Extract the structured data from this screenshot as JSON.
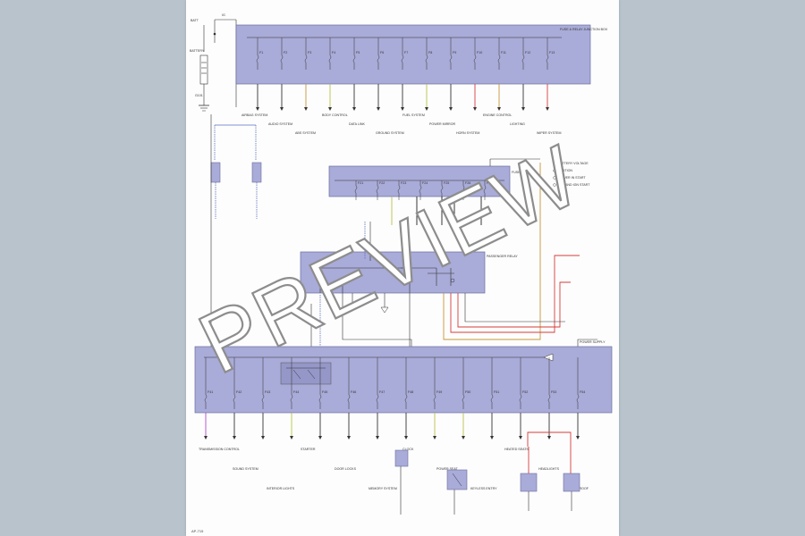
{
  "watermark": {
    "text": "PREVIEW"
  },
  "diagram": {
    "page_number": "AP-715",
    "power_source": {
      "batt_label": "BATT",
      "ig_label": "IG",
      "battery_label": "BATTERY",
      "ground_label": "G101"
    },
    "box1_title": "FUSE & RELAY JUNCTION BOX",
    "box2_title": "FUSE PANEL",
    "box3_title": "PASSENGER RELAY",
    "box4_title": "POWER SUPPLY",
    "box1_fuses": [
      "F1",
      "F2",
      "F3",
      "F4",
      "F5",
      "F6",
      "F7",
      "F8",
      "F9",
      "F10",
      "F11",
      "F12",
      "F13"
    ],
    "box2_fuses": [
      "F21",
      "F22",
      "F23",
      "F24",
      "F25",
      "F26",
      "F27"
    ],
    "box4_fuses": [
      "F41",
      "F42",
      "F43",
      "F44",
      "F45",
      "F46",
      "F47",
      "F48",
      "F49",
      "F50",
      "F51",
      "F52",
      "F53",
      "F54"
    ],
    "legend": [
      "BATTERY VOLTAGE",
      "IGNITION",
      "POWER IN START",
      "OFF AND IGN START"
    ],
    "top_systems": [
      "AIRBAG SYSTEM",
      "AUDIO SYSTEM",
      "ABS SYSTEM",
      "BODY CONTROL",
      "DATA LINK",
      "GROUND SYSTEM",
      "FUEL SYSTEM",
      "POWER MIRROR",
      "HORN SYSTEM",
      "ENGINE CONTROL",
      "LIGHTING",
      "WIPER SYSTEM"
    ],
    "bottom_systems": [
      "TRANSMISSION CONTROL",
      "SOUND SYSTEM",
      "INTERIOR LIGHTS",
      "STARTER",
      "DOOR LOCKS",
      "MEMORY SYSTEM",
      "CLOCK",
      "POWER SEAT",
      "KEYLESS ENTRY",
      "HEATED SEATS",
      "HEADLIGHTS",
      "SUNROOF"
    ]
  }
}
